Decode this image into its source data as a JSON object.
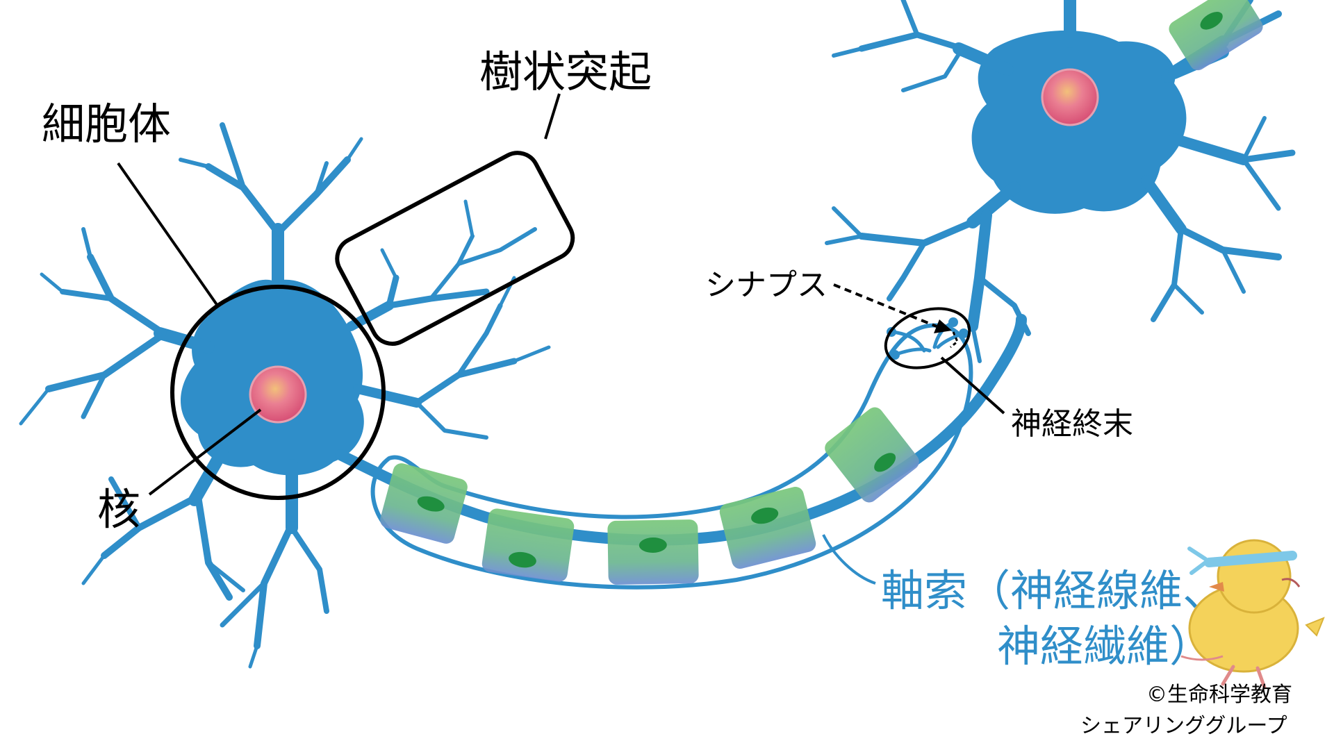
{
  "diagram": {
    "labels": {
      "cell_body": "細胞体",
      "dendrite": "樹状突起",
      "nucleus": "核",
      "synapse": "シナプス",
      "nerve_terminal": "神経終末",
      "axon_line1": "軸索（神経線維、",
      "axon_line2": "神経繊維）"
    },
    "credit": {
      "line1": "©生命科学教育",
      "line2": "シェアリンググループ"
    }
  },
  "colors": {
    "neuron_blue": "#2f8ec9",
    "myelin_green": "#7cc47a",
    "myelin_nucleus": "#1f8f3f",
    "cell_nucleus": "#e8788f",
    "outline": "#000000",
    "duck_yellow": "#f4d25a"
  },
  "icons": {
    "mascot": "duck-mascot-icon"
  }
}
